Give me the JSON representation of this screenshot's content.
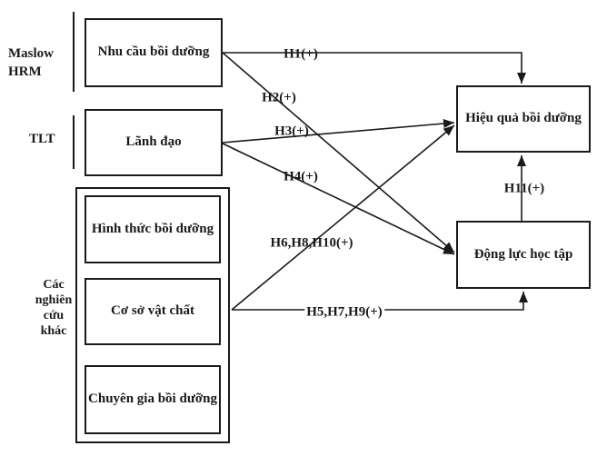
{
  "figure": {
    "background": "#ffffff",
    "ink_color": "#1a1a1a",
    "side_labels": {
      "maslow_hrm": "Maslow\nHRM",
      "tlt": "TLT",
      "cac_nghien_cuu_khac": "Các\nnghiên\ncứu\nkhác"
    },
    "boxes": {
      "nhu_cau": "Nhu cầu bồi dưỡng",
      "lanh_dao": "Lãnh đạo",
      "hinh_thuc": "Hình thức bồi dưỡng",
      "co_so": "Cơ sở vật chất",
      "chuyen_gia": "Chuyên gia bồi dưỡng",
      "hieu_qua": "Hiệu quả bồi dưỡng",
      "dong_luc": "Động lực học tập"
    },
    "edge_labels": {
      "h1": "H1(+)",
      "h2": "H2(+)",
      "h3": "H3(+)",
      "h4": "H4(+)",
      "h6_h8_h10": "H6,H8,H10(+)",
      "h5_h7_h9": "H5,H7,H9(+)",
      "h11": "H11(+)"
    },
    "arrows": [
      {
        "label": "H1(+)",
        "from": "Nhu cầu bồi dưỡng",
        "to": "Hiệu quả bồi dưỡng"
      },
      {
        "label": "H2(+)",
        "from": "Nhu cầu bồi dưỡng",
        "to": "Động lực học tập"
      },
      {
        "label": "H3(+)",
        "from": "Lãnh đạo",
        "to": "Hiệu quả bồi dưỡng"
      },
      {
        "label": "H4(+)",
        "from": "Lãnh đạo",
        "to": "Động lực học tập"
      },
      {
        "label": "H6,H8,H10(+)",
        "from": "Các nghiên cứu khác",
        "to": "Hiệu quả bồi dưỡng"
      },
      {
        "label": "H5,H7,H9(+)",
        "from": "Các nghiên cứu khác",
        "to": "Động lực học tập"
      },
      {
        "label": "H11(+)",
        "from": "Động lực học tập",
        "to": "Hiệu quả bồi dưỡng"
      }
    ]
  }
}
